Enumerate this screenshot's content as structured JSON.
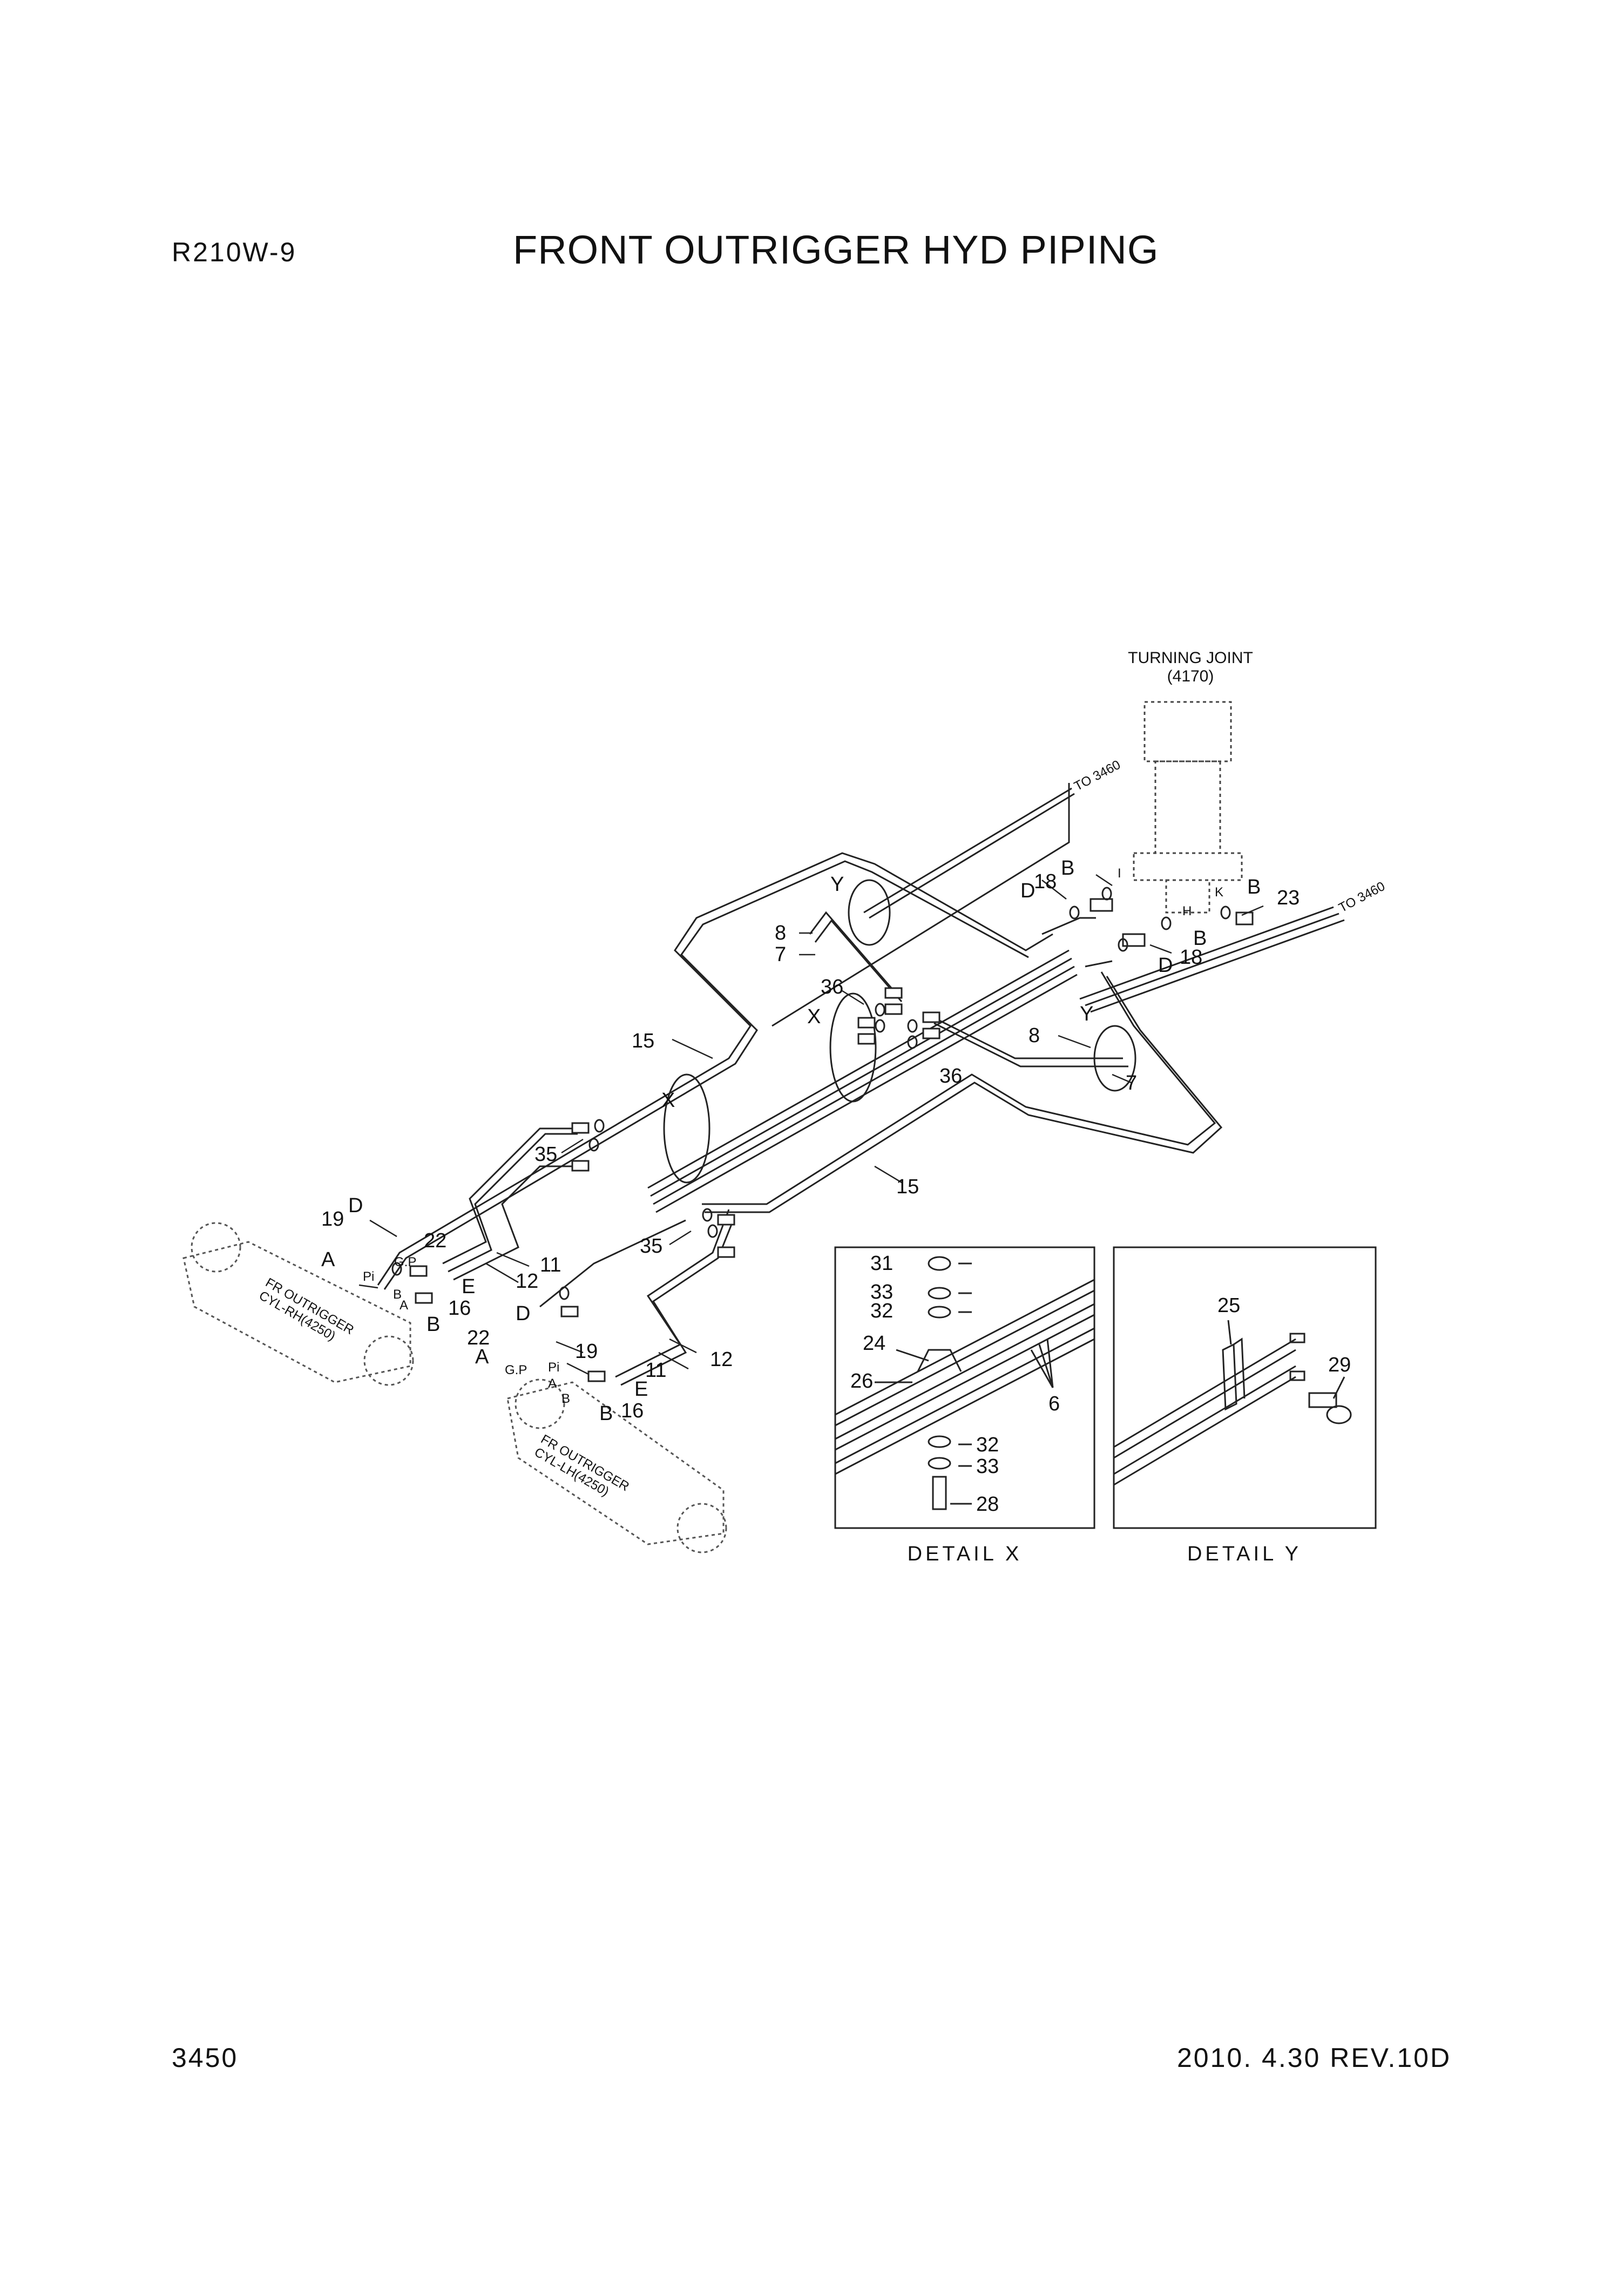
{
  "header": {
    "model": "R210W-9",
    "title": "FRONT OUTRIGGER HYD PIPING"
  },
  "footer": {
    "page_number": "3450",
    "date_rev": "2010. 4.30  REV.10D"
  },
  "diagram": {
    "turning_joint": {
      "name": "TURNING JOINT",
      "ref": "(4170)"
    },
    "to_ref_left": "TO 3460",
    "to_ref_right": "TO 3460",
    "cylinder_rh": {
      "line1": "FR OUTRIGGER",
      "line2": "CYL-RH(4250)"
    },
    "cylinder_lh": {
      "line1": "FR OUTRIGGER",
      "line2": "CYL-LH(4250)"
    },
    "callouts": {
      "c8a": "8",
      "c7a": "7",
      "c36a": "36",
      "c8b": "8",
      "c36b": "36",
      "c7b": "7",
      "c15a": "15",
      "c15b": "15",
      "c35a": "35",
      "c35b": "35",
      "c19a": "19",
      "c22a": "22",
      "c11a": "11",
      "c12a": "12",
      "c16a": "16",
      "c19b": "19",
      "c22b": "22",
      "c11b": "11",
      "c12b": "12",
      "c16b": "16",
      "c18a": "18",
      "c18b": "18",
      "c23": "23"
    },
    "letters": {
      "Ya": "Y",
      "Yb": "Y",
      "Xa": "X",
      "Xb": "X",
      "Da": "D",
      "Ba": "B",
      "Bb": "B",
      "Db": "D",
      "Bc": "B",
      "Dc": "D",
      "Aa": "A",
      "Ea": "E",
      "Bd": "B",
      "Dd": "D",
      "Ab": "A",
      "Eb": "E",
      "Be": "B",
      "I": "I",
      "K": "K",
      "H": "H",
      "Pi_a": "Pi",
      "GP_a": "G.P",
      "Pi_b": "Pi",
      "GP_b": "G.P",
      "sA_a": "A",
      "sB_a": "B",
      "sA_b": "A",
      "sB_b": "B"
    },
    "detail_x": {
      "caption": "DETAIL  X",
      "labels": {
        "l31": "31",
        "l33a": "33",
        "l32a": "32",
        "l24": "24",
        "l26": "26",
        "l6": "6",
        "l32b": "32",
        "l33b": "33",
        "l28": "28"
      }
    },
    "detail_y": {
      "caption": "DETAIL  Y",
      "labels": {
        "l25": "25",
        "l29": "29"
      }
    }
  }
}
